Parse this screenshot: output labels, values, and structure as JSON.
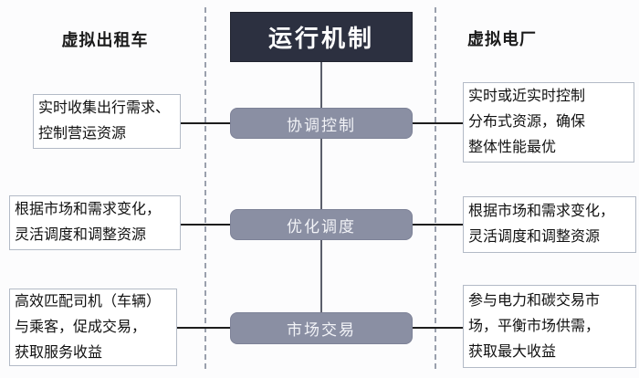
{
  "header": {
    "left": "虚拟出租车",
    "center": "运行机制",
    "right": "虚拟电厂"
  },
  "rows": [
    {
      "mechanism": "协调控制",
      "left_note": "实时收集出行需求、\n控制营运资源",
      "right_note": "实时或近实时控制\n分布式资源，确保\n整体性能最优"
    },
    {
      "mechanism": "优化调度",
      "left_note": "根据市场和需求变化，\n灵活调度和调整资源",
      "right_note": "根据市场和需求变化，\n灵活调度和调整资源"
    },
    {
      "mechanism": "市场交易",
      "left_note": "高效匹配司机（车辆）\n与乘客，促成交易，\n获取服务收益",
      "right_note": "参与电力和碳交易市\n场，平衡市场供需，\n获取最大收益"
    }
  ],
  "colors": {
    "title_box_bg": "#2c3040",
    "mechanism_box_bg": "#8a8fa3",
    "note_box_border": "#b3bac6",
    "divider_dash": "#9aa0ad",
    "connector_horizontal": "#1d1d1d",
    "connector_vertical": "#5b5e6b"
  }
}
